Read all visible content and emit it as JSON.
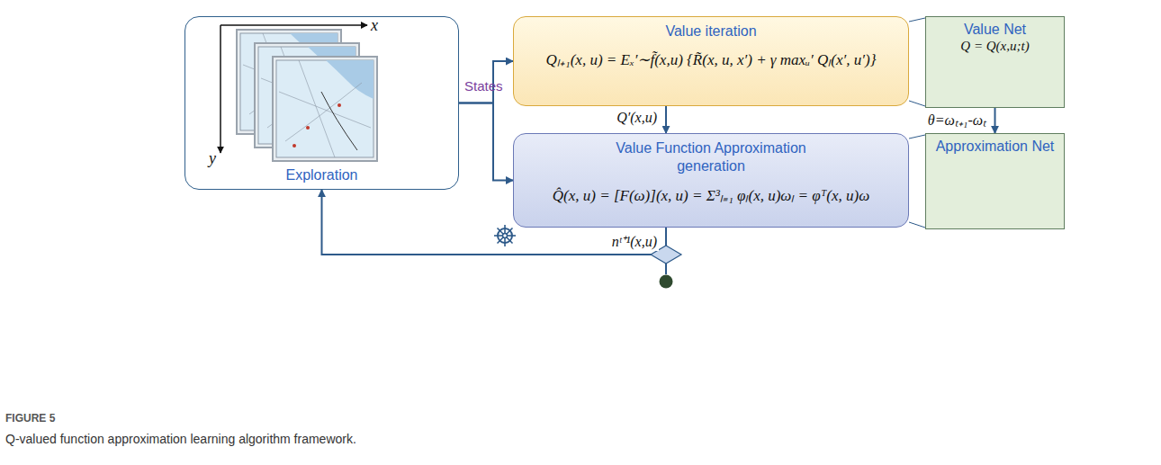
{
  "diagram": {
    "caption": "Q-valued function approximation learning algorithm framework.",
    "nodes": [
      {
        "text": [
          "Exploration"
        ]
      },
      {
        "text": [
          "Value iteration",
          "Qₗ₊₁(x, u) = Eₓ′∼f̃(x,u) {R̃(x, u, x′) + γ maxᵤ′ Qₗ(x′, u′)}"
        ]
      },
      {
        "text": [
          "Value Net",
          "Q = Q(x,u;t)"
        ]
      },
      {
        "text": [
          "Value Function Approximation generation",
          "Q̂(x, u) = [F(ω)](x, u) = Σ³ₗ₌₁ φₗ(x, u)ωₗ = φᵀ(x, u)ω"
        ]
      },
      {
        "text": [
          "Approximation Net"
        ]
      }
    ],
    "edges": [
      {
        "from": 0,
        "to": 1,
        "arrow": "to"
      },
      {
        "from": 0,
        "to": 3,
        "arrow": "to"
      },
      {
        "from": 1,
        "to": 3,
        "label": "Q′(x,u)",
        "arrow": "to"
      },
      {
        "from": 1,
        "to": 2,
        "arrow": "none"
      },
      {
        "from": 3,
        "to": 4,
        "arrow": "none"
      },
      {
        "from": 2,
        "to": 4,
        "label": "θ=ωₜ₊₁-ωₜ",
        "arrow": "to"
      },
      {
        "from": 3,
        "to": 0,
        "label": "nᵗ⁺¹(x,u)",
        "arrow": "to"
      }
    ],
    "labels": [
      "x",
      "y",
      "States",
      "FIGURE 5"
    ]
  }
}
